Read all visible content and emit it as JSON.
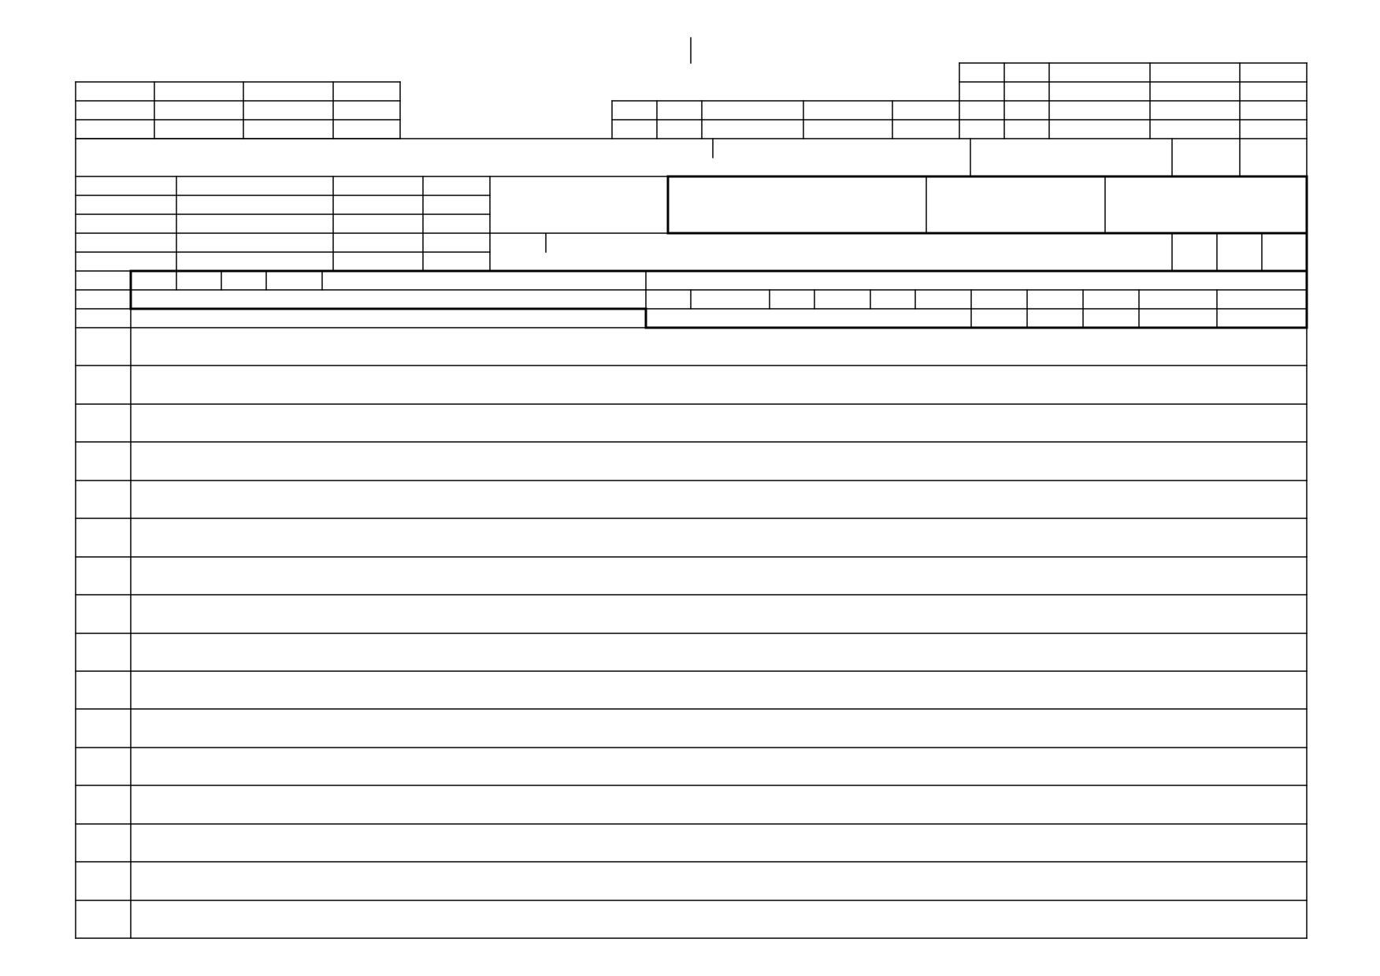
{
  "document": {
    "kind": "blank-grid-form",
    "text_entries": [],
    "style": {
      "line_color": "#000000",
      "background_color": "#ffffff"
    }
  },
  "body_table": {
    "row_count": 16,
    "column_count": 2,
    "rows": []
  }
}
